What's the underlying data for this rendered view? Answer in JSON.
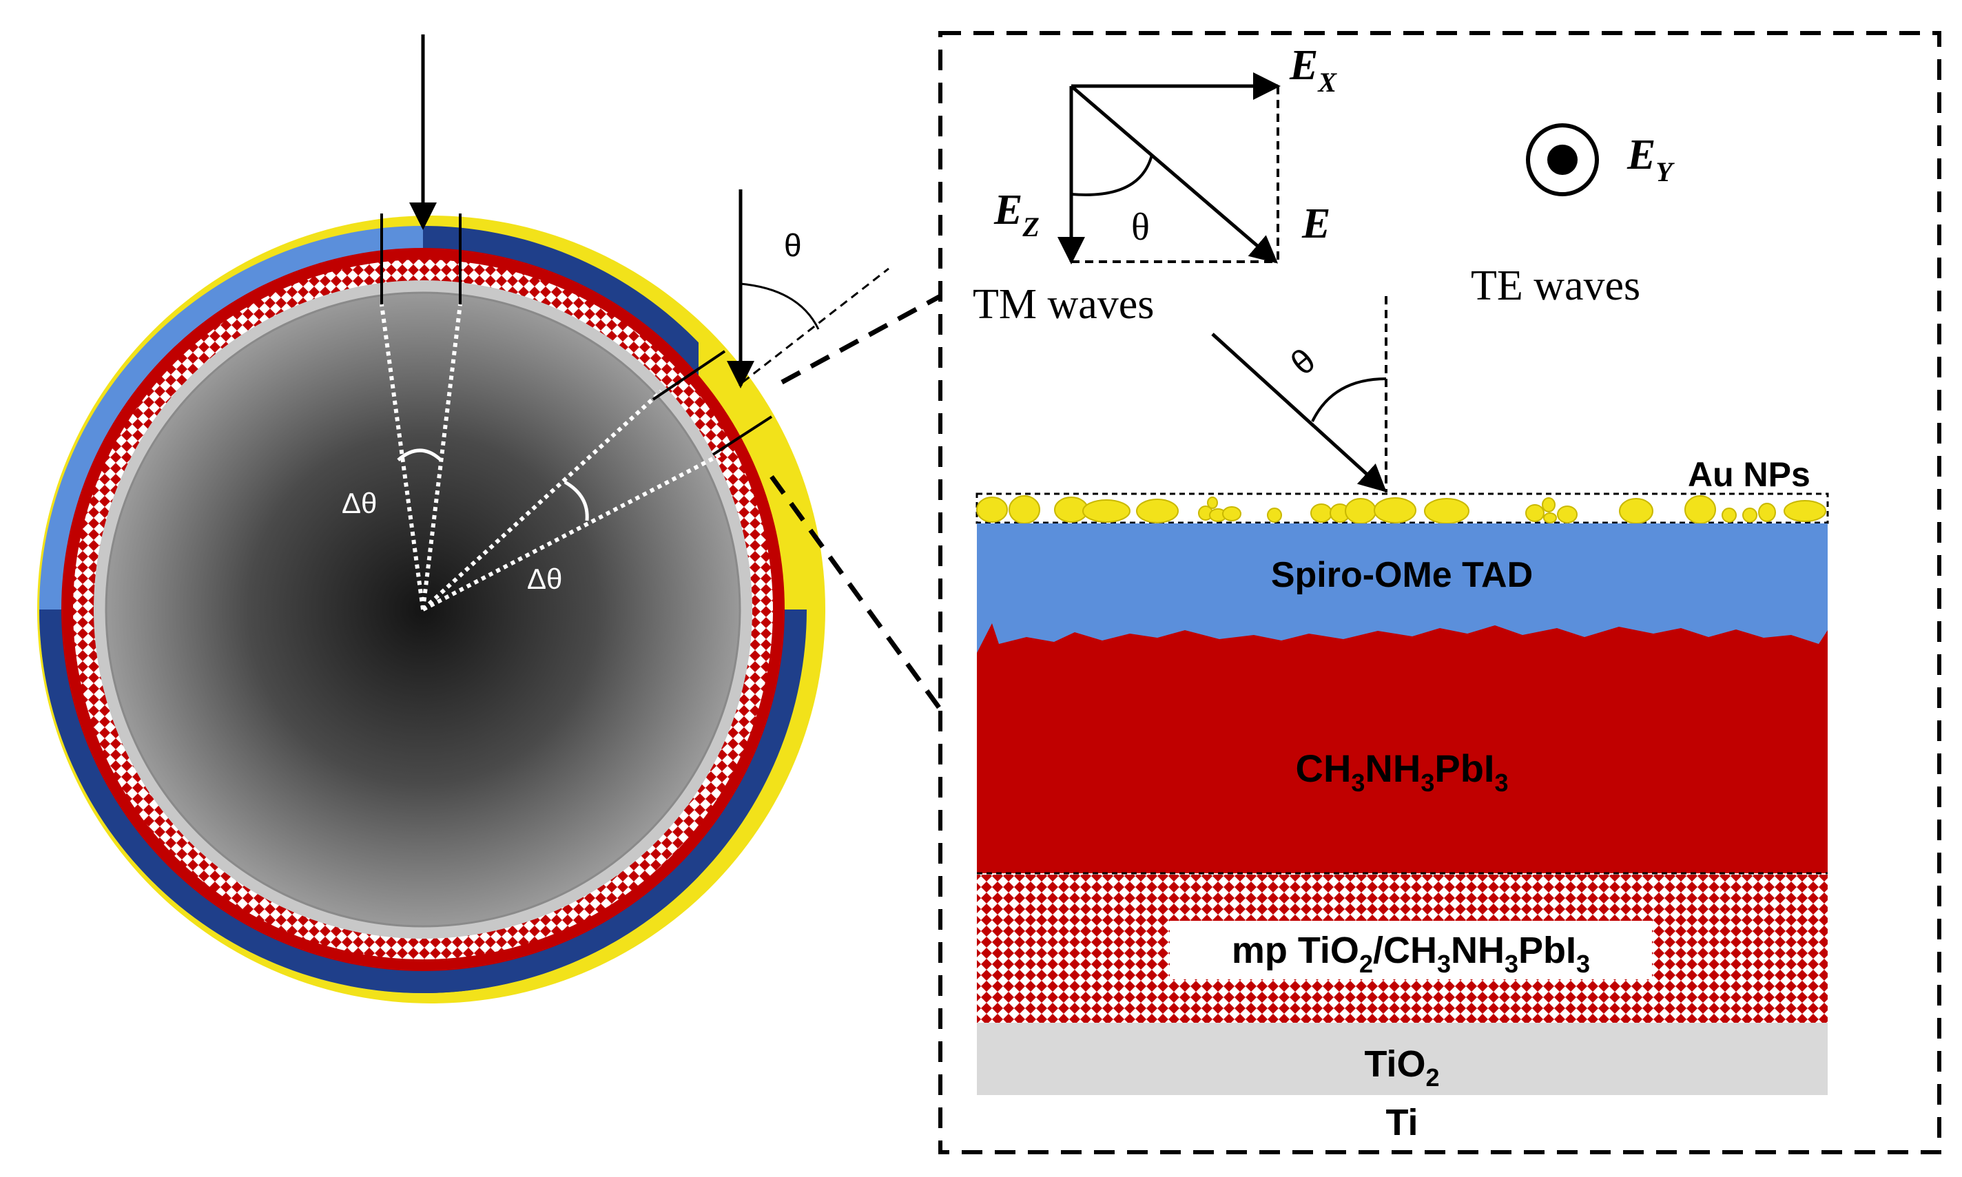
{
  "labels": {
    "theta_main": "θ",
    "delta_theta_top": "Δθ",
    "delta_theta_side": "Δθ",
    "ex_main": "E",
    "ex_sub": "X",
    "ez_main": "E",
    "ez_sub": "Z",
    "e_vector": "E",
    "theta_vector": "θ",
    "ey_main": "E",
    "ey_sub": "Y",
    "tm_waves": "TM waves",
    "te_waves": "TE waves",
    "theta_incidence": "θ",
    "au_nps": "Au NPs",
    "spiro": "Spiro-OMe TAD",
    "perovskite": {
      "p1": "CH",
      "s1": "3",
      "p2": "NH",
      "s2": "3",
      "p3": "PbI",
      "s3": "3"
    },
    "mp_layer": {
      "p1": "mp TiO",
      "s1": "2",
      "p2": "/CH",
      "s2": "3",
      "p3": "NH",
      "s3": "3",
      "p4": "PbI",
      "s4": "3"
    },
    "tio2": {
      "p1": "TiO",
      "s1": "2"
    },
    "ti": "Ti"
  },
  "colors": {
    "gold": "#f2e21a",
    "blue_light": "#5b8fdb",
    "blue_dark": "#1f3f8a",
    "red": "#c00000",
    "grey_light": "#d9d9d9",
    "grey_ring": "#bfbfbf",
    "core_dark": "#141414",
    "core_light": "#9a9a9a"
  }
}
